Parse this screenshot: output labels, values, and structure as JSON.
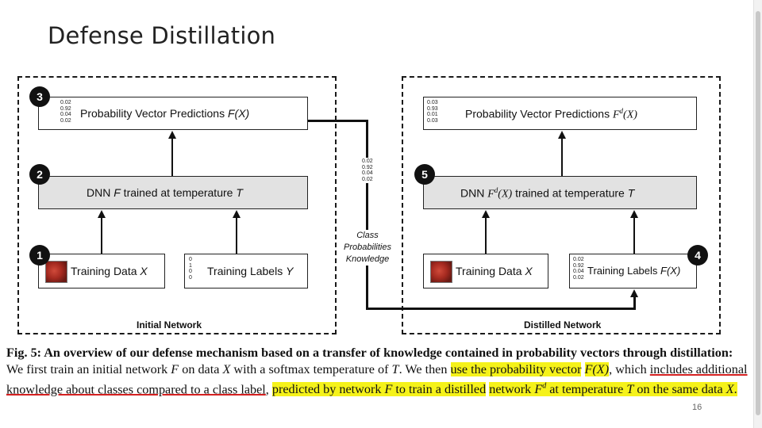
{
  "slide": {
    "title": "Defense Distillation",
    "page_number": "16"
  },
  "left_panel": {
    "label": "Initial Network",
    "step3": {
      "badge": "3",
      "probs": [
        "0.02",
        "0.92",
        "0.04",
        "0.02"
      ],
      "label_pre": "Probability Vector Predictions ",
      "label_math": "F(X)"
    },
    "step2": {
      "badge": "2",
      "label_pre": "DNN ",
      "label_f": "F",
      "label_mid": " trained at temperature ",
      "label_t": "T"
    },
    "step1": {
      "badge": "1",
      "data_pre": "Training Data ",
      "data_var": "X",
      "labels_probs": [
        "0",
        "1",
        "0",
        "0"
      ],
      "labels_pre": "Training Labels ",
      "labels_var": "Y"
    }
  },
  "right_panel": {
    "label": "Distilled Network",
    "probs_top": [
      "0.03",
      "0.93",
      "0.01",
      "0.03"
    ],
    "pred_pre": "Probability Vector Predictions ",
    "pred_math": "F",
    "pred_sup": "d",
    "pred_arg": "(X)",
    "step5": {
      "badge": "5",
      "label_pre": "DNN ",
      "label_f": "F",
      "label_sup": "d",
      "label_arg": "(X)",
      "label_mid": " trained at temperature ",
      "label_t": "T"
    },
    "data_pre": "Training Data ",
    "data_var": "X",
    "step4": {
      "badge": "4",
      "probs": [
        "0.02",
        "0.92",
        "0.04",
        "0.02"
      ],
      "label_pre": "Training Labels ",
      "label_math": "F(X)"
    }
  },
  "transfer": {
    "probs": [
      "0.02",
      "0.92",
      "0.04",
      "0.02"
    ],
    "line1": "Class",
    "line2": "Probabilities",
    "line3": "Knowledge"
  },
  "caption": {
    "fig": "Fig. 5:",
    "bold": " An overview of our defense mechanism based on a transfer of knowledge contained in probability vectors through distillation:",
    "t1": " We first train an initial network ",
    "F": "F",
    "t2": " on data ",
    "X": "X",
    "t3": " with a softmax temperature of ",
    "T": "T",
    "t4": ". We then ",
    "hl1": "use the probability vector",
    "hl2": "F(X)",
    "t5": ", which ",
    "ul1": "includes additional knowledge about classes compared to a class label",
    "t6": ", ",
    "hl3a": "predicted by network ",
    "hl3F": "F",
    "hl3b": " to train a distilled",
    "hl4a": "network ",
    "hl4F": "F",
    "hl4sup": "d",
    "hl4b": " at temperature ",
    "hl4T": "T",
    "hl4c": " on the same data ",
    "hl4X": "X",
    "hl4d": "."
  },
  "colors": {
    "highlight": "#f5f21a",
    "underline": "#d42020",
    "box_gray": "#e2e2e2"
  }
}
